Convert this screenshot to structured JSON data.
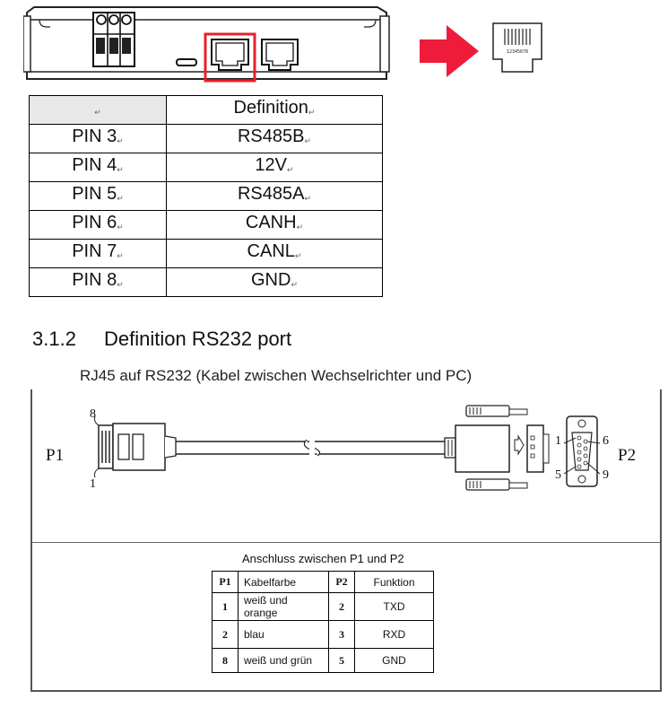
{
  "rj45_digits": "12345678",
  "pin_table": {
    "header": [
      "",
      "Definition"
    ],
    "rows": [
      {
        "pin": "PIN 3",
        "definition": "RS485B"
      },
      {
        "pin": "PIN 4",
        "definition": "12V"
      },
      {
        "pin": "PIN 5",
        "definition": "RS485A"
      },
      {
        "pin": "PIN 6",
        "definition": "CANH"
      },
      {
        "pin": "PIN 7",
        "definition": "CANL"
      },
      {
        "pin": "PIN 8",
        "definition": "GND"
      }
    ]
  },
  "section": {
    "number": "3.1.2",
    "title": "Definition RS232 port",
    "subtitle": "RJ45 auf RS232 (Kabel zwischen Wechselrichter und PC)"
  },
  "cable": {
    "p1_label": "P1",
    "p2_label": "P2",
    "rj45_pin_top": "8",
    "rj45_pin_bottom": "1",
    "db9_pins": {
      "tl": "1",
      "tr": "6",
      "bl": "5",
      "br": "9"
    }
  },
  "connection": {
    "title": "Anschluss zwischen P1 und P2",
    "headers": [
      "P1",
      "Kabelfarbe",
      "P2",
      "Funktion"
    ],
    "rows": [
      {
        "p1": "1",
        "color": "weiß und orange",
        "p2": "2",
        "function": "TXD"
      },
      {
        "p1": "2",
        "color": "blau",
        "p2": "3",
        "function": "RXD"
      },
      {
        "p1": "8",
        "color": "weiß und grün",
        "p2": "5",
        "function": "GND"
      }
    ]
  },
  "colors": {
    "highlight_red": "#e8202a",
    "arrow_red": "#ee1b3b"
  }
}
